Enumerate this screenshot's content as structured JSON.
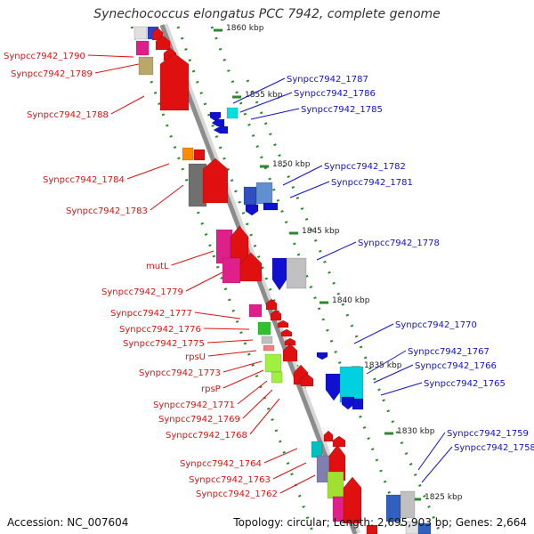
{
  "title": "Synechococcus elongatus PCC 7942, complete genome",
  "footer": {
    "accession": "Accession: NC_007604",
    "info": "Topology: circular; Length: 2,695,903 bp; Genes: 2,664"
  },
  "colors": {
    "left_labels": "#e01010",
    "right_labels": "#1010d0",
    "backbone": "#8c8c8c",
    "tick": "#2a8a2a"
  },
  "kbp_ticks": [
    "1860 kbp",
    "1855 kbp",
    "1850 kbp",
    "1845 kbp",
    "1840 kbp",
    "1835 kbp",
    "1830 kbp",
    "1825 kbp"
  ],
  "left_labels": [
    "Synpcc7942_1790",
    "Synpcc7942_1789",
    "Synpcc7942_1788",
    "Synpcc7942_1784",
    "Synpcc7942_1783",
    "mutL",
    "Synpcc7942_1779",
    "Synpcc7942_1777",
    "Synpcc7942_1776",
    "Synpcc7942_1775",
    "rpsU",
    "Synpcc7942_1773",
    "rpsP",
    "Synpcc7942_1771",
    "Synpcc7942_1769",
    "Synpcc7942_1768",
    "Synpcc7942_1764",
    "Synpcc7942_1763",
    "Synpcc7942_1762"
  ],
  "right_labels": [
    "Synpcc7942_1787",
    "Synpcc7942_1786",
    "Synpcc7942_1785",
    "Synpcc7942_1782",
    "Synpcc7942_1781",
    "Synpcc7942_1778",
    "Synpcc7942_1770",
    "Synpcc7942_1767",
    "Synpcc7942_1766",
    "Synpcc7942_1765",
    "Synpcc7942_1759",
    "Synpcc7942_1758"
  ]
}
